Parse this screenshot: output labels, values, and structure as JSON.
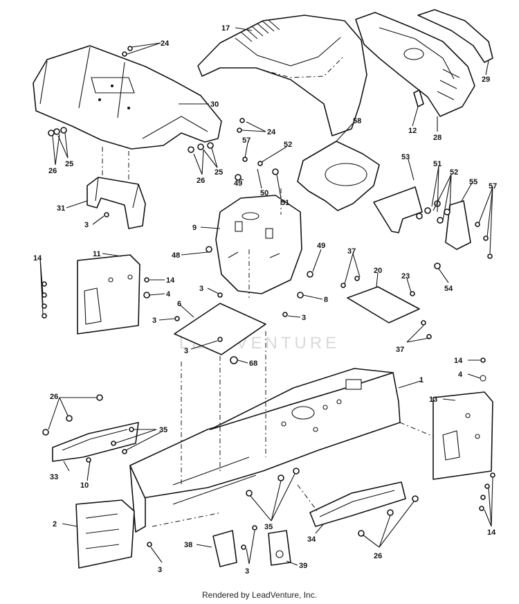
{
  "watermark": "LEADVENTURE",
  "footer": "Rendered by LeadVenture, Inc.",
  "callouts": [
    "1",
    "2",
    "3",
    "4",
    "6",
    "8",
    "9",
    "10",
    "11",
    "12",
    "13",
    "14",
    "17",
    "20",
    "23",
    "24",
    "25",
    "26",
    "28",
    "29",
    "30",
    "31",
    "33",
    "34",
    "35",
    "37",
    "38",
    "39",
    "48",
    "49",
    "50",
    "51",
    "52",
    "53",
    "54",
    "55",
    "57",
    "58",
    "68"
  ]
}
